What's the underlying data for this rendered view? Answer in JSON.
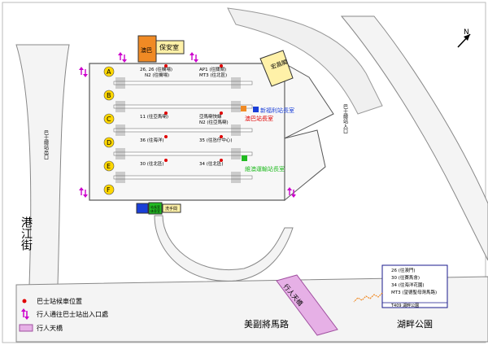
{
  "colors": {
    "bus_stop_dot": "#e00000",
    "entrance_arrow": "#cc00cc",
    "footbridge": "#e6b0e6",
    "lane_letter_fill": "#ffd700",
    "police_orange": "#f08a24",
    "route_box_border": "#1a1a8c",
    "bluebox": "#1a3fd8",
    "greenbox": "#22bb22",
    "background": "#ffffff"
  },
  "compass": {
    "label": "N"
  },
  "streets": {
    "gangjiang": "港江街",
    "mei_fu": "美副將馬路",
    "lake_park": "湖畔公園",
    "footbridge_label": "行人天橋",
    "exit_left": "巴士總站出口",
    "exit_right": "巴士總站入口",
    "right_top_building": "宏昌閣"
  },
  "lanes": [
    {
      "letter": "A",
      "routes_left": "26, 26 (往機場)",
      "routes_left2": "N2 (往機場)",
      "routes_right": "AP1 (往關閘)",
      "routes_right2": "MT3 (往北區)"
    },
    {
      "letter": "B",
      "routes_left": "",
      "routes_left2": "",
      "routes_right": "",
      "routes_right2": ""
    },
    {
      "letter": "C",
      "routes_left": "11 (往亞馬喇)",
      "routes_left2": "",
      "routes_right": "亞馬喇快線",
      "routes_right2": "N2 (往亞馬喇)"
    },
    {
      "letter": "D",
      "routes_left": "36 (往海洋)",
      "routes_left2": "",
      "routes_right": "35 (往氹仔中心)",
      "routes_right2": ""
    },
    {
      "letter": "E",
      "routes_left": "30 (往北區)",
      "routes_left2": "",
      "routes_right": "34 (往北區)",
      "routes_right2": ""
    },
    {
      "letter": "F",
      "routes_left": "",
      "routes_left2": "",
      "routes_right": "",
      "routes_right2": ""
    }
  ],
  "buildings": {
    "security": "保安室",
    "macau_label": "澳巴",
    "xinfu_station": "新福利站長室",
    "aoba_station": "澳巴站長室",
    "tcm_station": "維澳運輸站長室",
    "kiosk1": "站長室",
    "kiosk2": "休息室",
    "kiosk3": "洗手間"
  },
  "route_box": {
    "lines": [
      "26 (往澳門)",
      "30 (往賽馬會)",
      "34 (往海洋花園)",
      "MT3 (望德聖母灣馬路)"
    ],
    "footer": "T409  湖畔公園"
  },
  "legend": [
    {
      "icon": "dot",
      "label": "巴士站候車位置"
    },
    {
      "icon": "arrow",
      "label": "行人通往巴士站出入口處"
    },
    {
      "icon": "bridge",
      "label": "行人天橋"
    }
  ]
}
